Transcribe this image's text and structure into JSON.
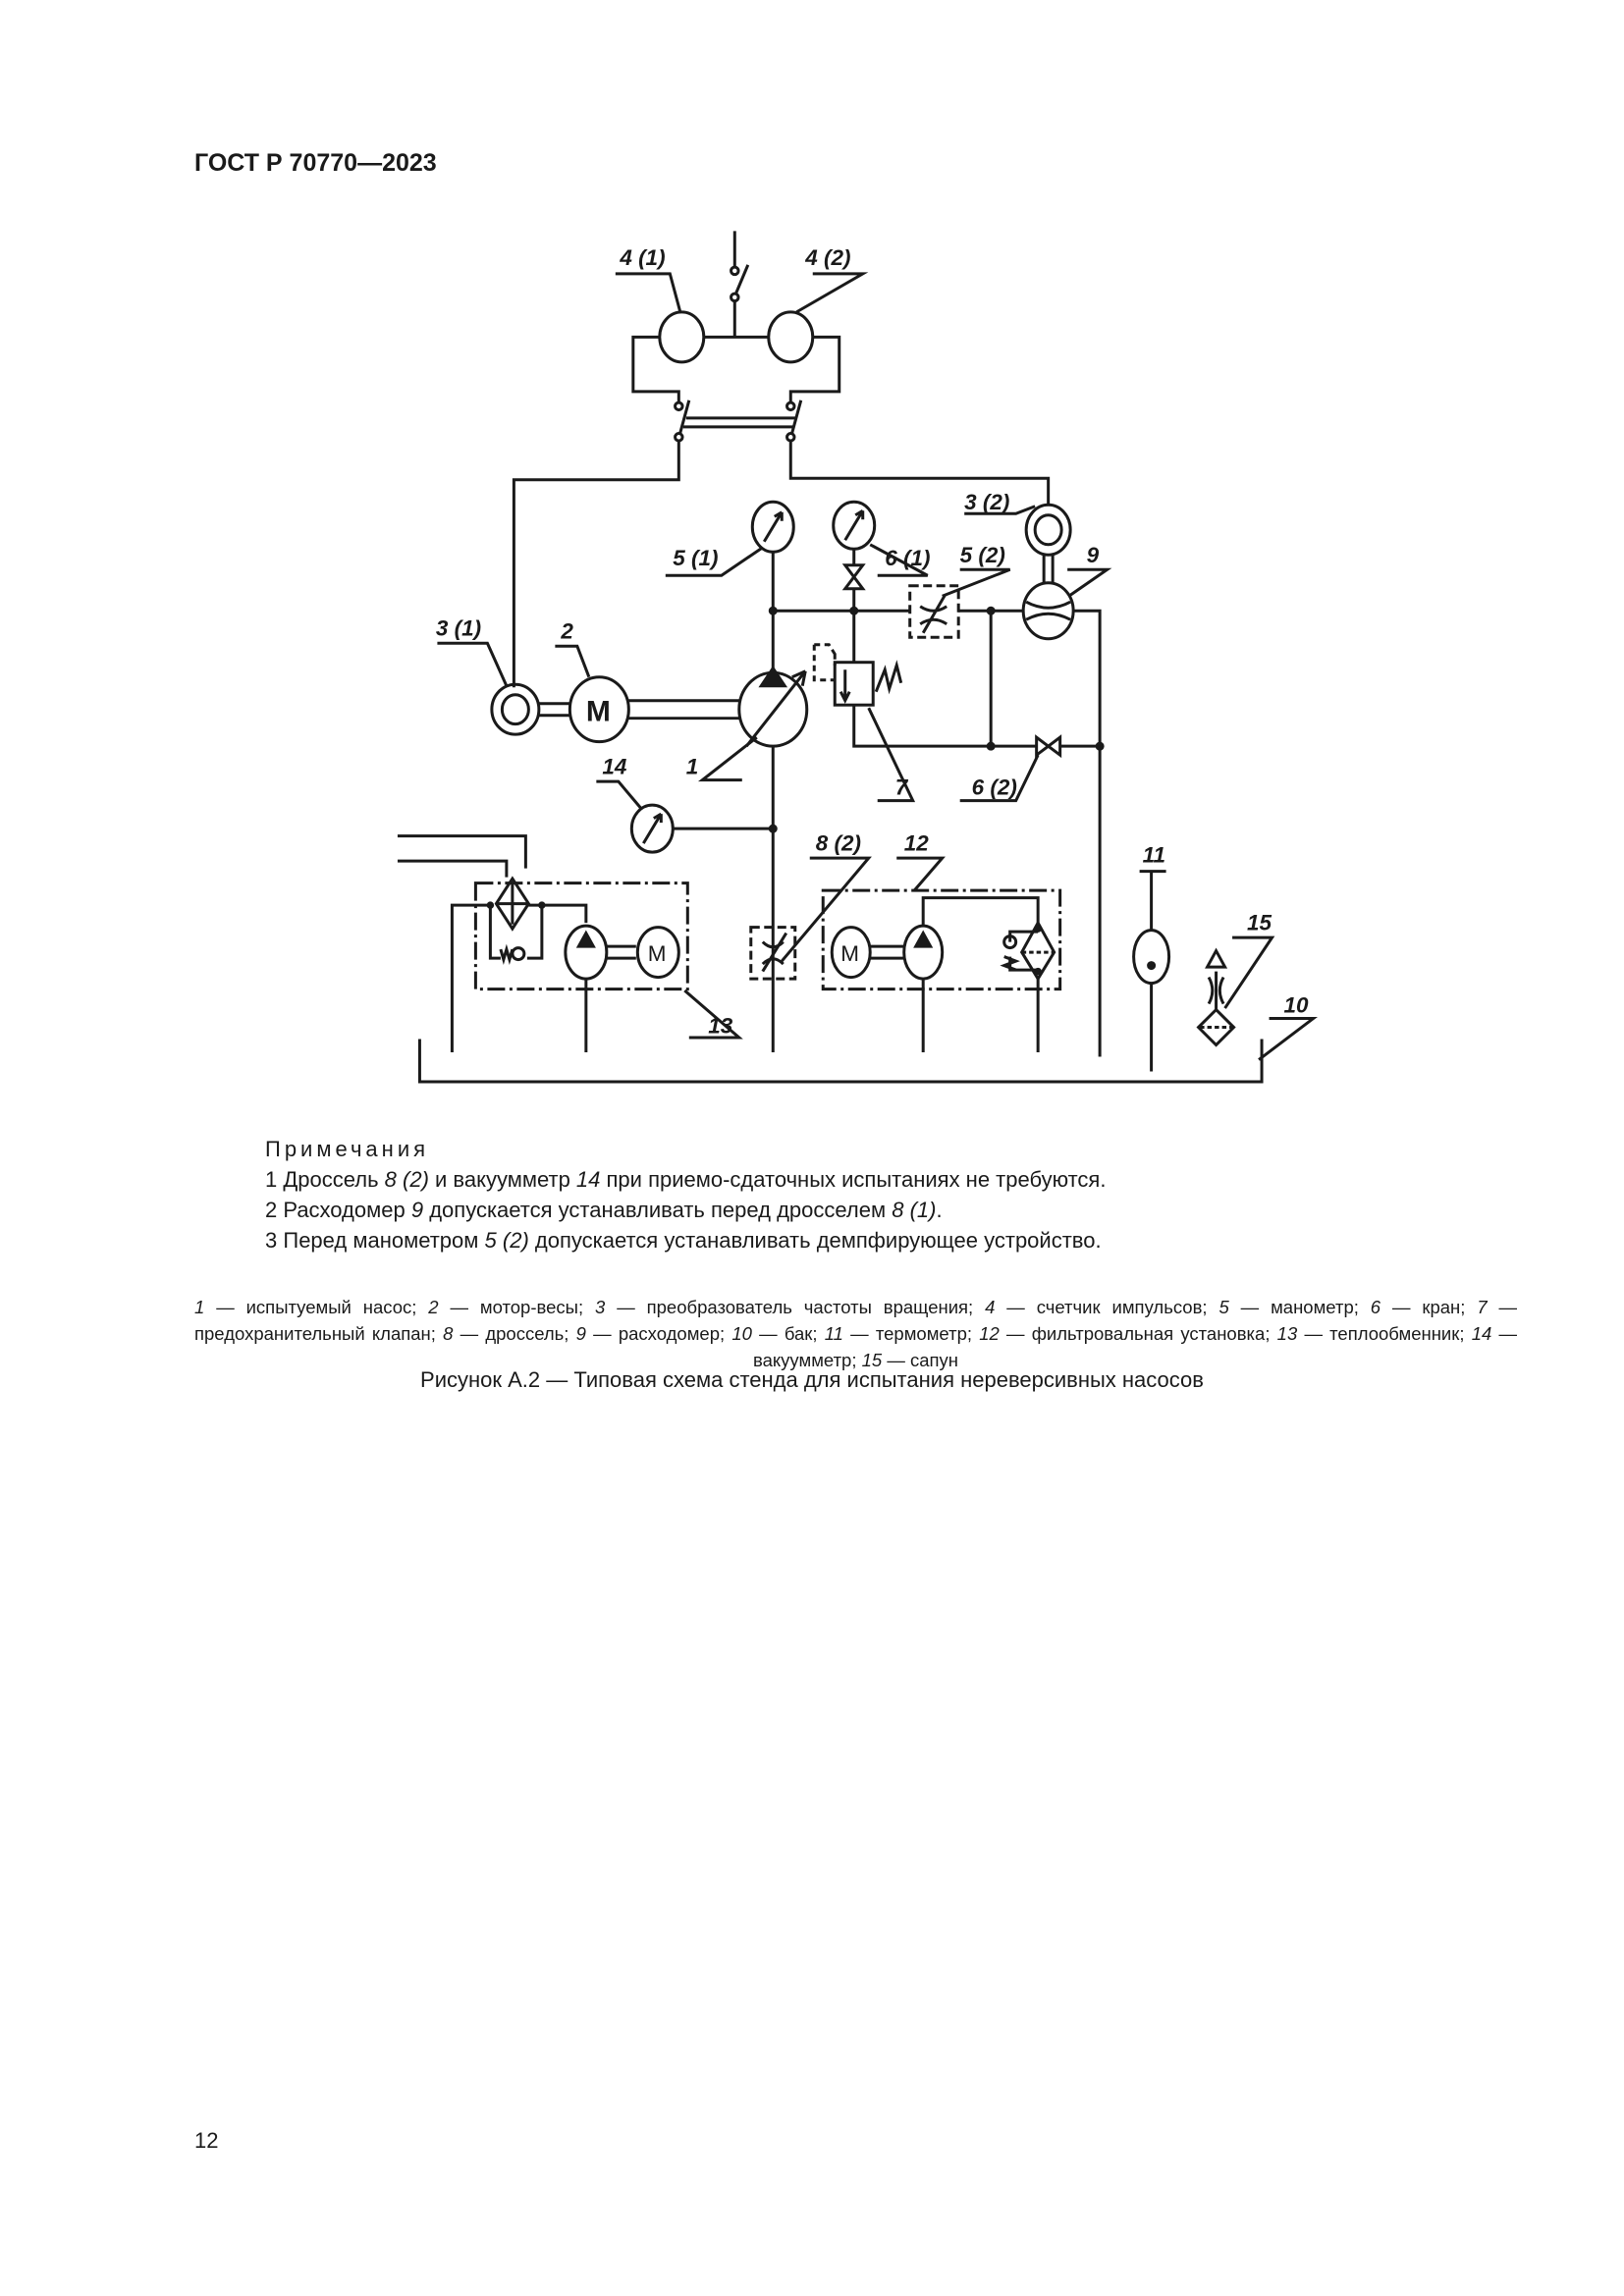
{
  "header": {
    "title": "ГОСТ Р 70770—2023"
  },
  "diagram_labels": {
    "l4_1": "4 (1)",
    "l4_2": "4 (2)",
    "l3_1": "3 (1)",
    "l3_2": "3 (2)",
    "l2": "2",
    "l1": "1",
    "l5_1": "5 (1)",
    "l6_1": "6 (1)",
    "l5_2": "5 (2)",
    "l9": "9",
    "l7": "7",
    "l6_2": "6 (2)",
    "l14": "14",
    "l8_2": "8 (2)",
    "l12": "12",
    "l13": "13",
    "l11": "11",
    "l15": "15",
    "l10": "10",
    "motor": "M"
  },
  "notes": {
    "title": "Примечания",
    "items": [
      {
        "num": "1",
        "parts": [
          {
            "t": "Дроссель ",
            "i": false
          },
          {
            "t": "8 (2)",
            "i": true
          },
          {
            "t": " и вакуумметр ",
            "i": false
          },
          {
            "t": "14",
            "i": true
          },
          {
            "t": " при приемо-сдаточных испытаниях не требуются.",
            "i": false
          }
        ]
      },
      {
        "num": "2",
        "parts": [
          {
            "t": "Расходомер ",
            "i": false
          },
          {
            "t": "9",
            "i": true
          },
          {
            "t": " допускается устанавливать перед дросселем ",
            "i": false
          },
          {
            "t": "8 (1)",
            "i": true
          },
          {
            "t": ".",
            "i": false
          }
        ]
      },
      {
        "num": "3",
        "parts": [
          {
            "t": "Перед манометром ",
            "i": false
          },
          {
            "t": "5 (2)",
            "i": true
          },
          {
            "t": " допускается устанавливать демпфирующее устройство.",
            "i": false
          }
        ]
      }
    ]
  },
  "legend": [
    {
      "n": "1",
      "t": " — испытуемый насос; "
    },
    {
      "n": "2",
      "t": " — мотор-весы; "
    },
    {
      "n": "3",
      "t": " — преобразователь частоты вращения; "
    },
    {
      "n": "4",
      "t": " — счетчик импульсов; "
    },
    {
      "n": "5",
      "t": " — манометр; "
    },
    {
      "n": "6",
      "t": " — кран; "
    },
    {
      "n": "7",
      "t": " — предохранительный клапан; "
    },
    {
      "n": "8",
      "t": " — дроссель; "
    },
    {
      "n": "9",
      "t": " — расходомер; "
    },
    {
      "n": "10",
      "t": " — бак; "
    },
    {
      "n": "11",
      "t": " — термометр; "
    },
    {
      "n": "12",
      "t": " — фильтровальная установка; "
    },
    {
      "n": "13",
      "t": " — теплообменник; "
    },
    {
      "n": "14",
      "t": " — вакуумметр; "
    },
    {
      "n": "15",
      "t": " — сапун"
    }
  ],
  "caption": "Рисунок А.2 — Типовая схема стенда для испытания нереверсивных насосов",
  "page_number": "12"
}
